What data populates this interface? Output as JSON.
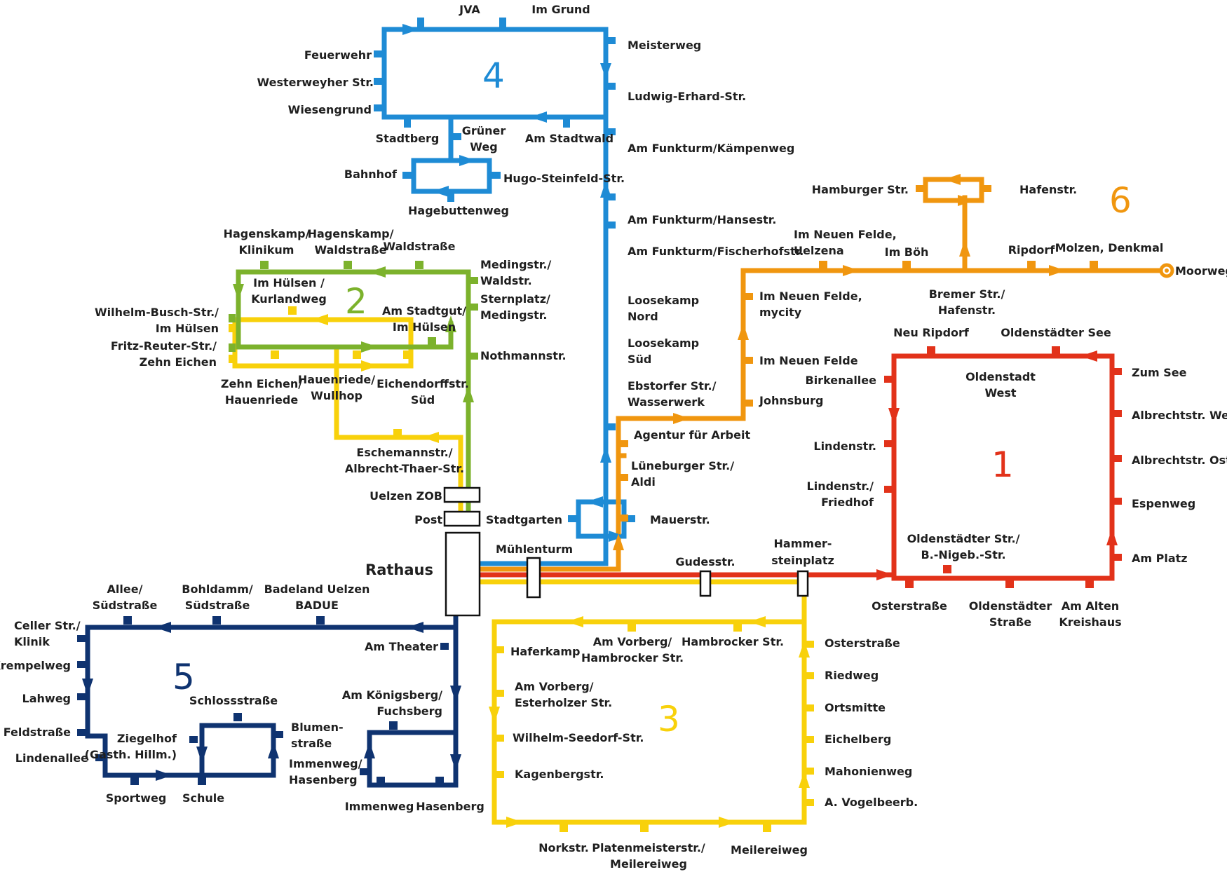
{
  "colors": {
    "line1": "#e2321a",
    "line2": "#7cb22c",
    "line3": "#f8d10b",
    "line4": "#1e8bd5",
    "line5": "#0f3370",
    "line6": "#f0960f"
  },
  "lines": [
    {
      "number": "1",
      "color": "#e2321a"
    },
    {
      "number": "2",
      "color": "#7cb22c"
    },
    {
      "number": "3",
      "color": "#f8d10b"
    },
    {
      "number": "4",
      "color": "#1e8bd5"
    },
    {
      "number": "5",
      "color": "#0f3370"
    },
    {
      "number": "6",
      "color": "#f0960f"
    }
  ],
  "hubs": {
    "rathaus": "Rathaus",
    "uelzen_zob": "Uelzen ZOB",
    "post": "Post",
    "muehlenturm": "Mühlenturm",
    "gudesstr": "Gudesstr.",
    "hammersteinplatz": [
      "Hammer-",
      "steinplatz"
    ]
  },
  "stations": {
    "line1": [
      [
        "Neu Ripdorf"
      ],
      [
        "Oldenstädter See"
      ],
      [
        "Zum See"
      ],
      [
        "Albrechtstr. West"
      ],
      [
        "Albrechtstr. Ost"
      ],
      [
        "Espenweg"
      ],
      [
        "Am Platz"
      ],
      [
        "Am Alten",
        "Kreishaus"
      ],
      [
        "Oldenstädter",
        "Straße"
      ],
      [
        "Osterstraße"
      ],
      [
        "Oldenstädter Str./",
        "B.-Nigeb.-Str."
      ],
      [
        "Lindenstr./",
        "Friedhof"
      ],
      [
        "Lindenstr."
      ],
      [
        "Birkenallee"
      ],
      [
        "Oldenstadt",
        "West"
      ]
    ],
    "line2": [
      [
        "Hagenskamp/",
        "Klinikum"
      ],
      [
        "Hagenskamp/",
        "Waldstraße"
      ],
      [
        "Waldstraße"
      ],
      [
        "Medingstr./",
        "Waldstr."
      ],
      [
        "Sternplatz/",
        "Medingstr."
      ],
      [
        "Nothmannstr."
      ],
      [
        "Am Stadtgut/",
        "Im Hülsen"
      ],
      [
        "Wilhelm-Busch-Str./",
        "Im Hülsen"
      ],
      [
        "Fritz-Reuter-Str./",
        "Zehn Eichen"
      ],
      [
        "Im Hülsen /",
        "Kurlandweg"
      ]
    ],
    "line3": [
      [
        "Zehn Eichen/",
        "Hauenriede"
      ],
      [
        "Hauenriede/",
        "Wullhop"
      ],
      [
        "Eichendorffstr.",
        "Süd"
      ],
      [
        "Eschemannstr./",
        "Albrecht-Thaer-Str."
      ],
      [
        "Haferkamp"
      ],
      [
        "Am Vorberg/",
        "Hambrocker Str."
      ],
      [
        "Hambrocker Str."
      ],
      [
        "Am Vorberg/",
        "Esterholzer Str."
      ],
      [
        "Wilhelm-Seedorf-Str."
      ],
      [
        "Kagenbergstr."
      ],
      [
        "Norkstr."
      ],
      [
        "Platenmeisterstr./",
        "Meilereiweg"
      ],
      [
        "Meilereiweg"
      ],
      [
        "A. Vogelbeerb."
      ],
      [
        "Mahonienweg"
      ],
      [
        "Eichelberg"
      ],
      [
        "Ortsmitte"
      ],
      [
        "Riedweg"
      ],
      [
        "Osterstraße"
      ]
    ],
    "line4": [
      [
        "JVA"
      ],
      [
        "Im Grund"
      ],
      [
        "Meisterweg"
      ],
      [
        "Ludwig-Erhard-Str."
      ],
      [
        "Am Funkturm/Kämpenweg"
      ],
      [
        "Am Funkturm/Hansestr."
      ],
      [
        "Am Funkturm/Fischerhofstr."
      ],
      [
        "Loosekamp",
        "Nord"
      ],
      [
        "Loosekamp",
        "Süd"
      ],
      [
        "Ebstorfer Str./",
        "Wasserwerk"
      ],
      [
        "Feuerwehr"
      ],
      [
        "Westerweyher Str."
      ],
      [
        "Wiesengrund"
      ],
      [
        "Stadtberg"
      ],
      [
        "Grüner",
        "Weg"
      ],
      [
        "Am Stadtwald"
      ],
      [
        "Bahnhof"
      ],
      [
        "Hugo-Steinfeld-Str."
      ],
      [
        "Hagebuttenweg"
      ],
      [
        "Stadtgarten"
      ],
      [
        "Mauerstr."
      ]
    ],
    "line5": [
      [
        "Allee/",
        "Südstraße"
      ],
      [
        "Bohldamm/",
        "Südstraße"
      ],
      [
        "Badeland Uelzen",
        "BADUE"
      ],
      [
        "Am Theater"
      ],
      [
        "Celler Str./",
        "Klinik"
      ],
      [
        "Krempelweg"
      ],
      [
        "Lahweg"
      ],
      [
        "Feldstraße"
      ],
      [
        "Lindenallee"
      ],
      [
        "Sportweg"
      ],
      [
        "Schule"
      ],
      [
        "Schlossstraße"
      ],
      [
        "Blumen-",
        "straße"
      ],
      [
        "Ziegelhof",
        "(Gasth. Hillm.)"
      ],
      [
        "Immenweg/",
        "Hasenberg"
      ],
      [
        "Am Königsberg/",
        "Fuchsberg"
      ],
      [
        "Immenweg"
      ],
      [
        "Hasenberg"
      ]
    ],
    "line6": [
      [
        "Agentur für Arbeit"
      ],
      [
        "Lüneburger Str./",
        "Aldi"
      ],
      [
        "Johnsburg"
      ],
      [
        "Im Neuen Felde"
      ],
      [
        "Im Neuen Felde,",
        "mycity"
      ],
      [
        "Im Neuen Felde,",
        "Uelzena"
      ],
      [
        "Im Böh"
      ],
      [
        "Ripdorf"
      ],
      [
        "Molzen, Denkmal"
      ],
      [
        "Moorweg"
      ],
      [
        "Bremer Str./",
        "Hafenstr."
      ],
      [
        "Hamburger Str."
      ],
      [
        "Hafenstr."
      ]
    ]
  }
}
